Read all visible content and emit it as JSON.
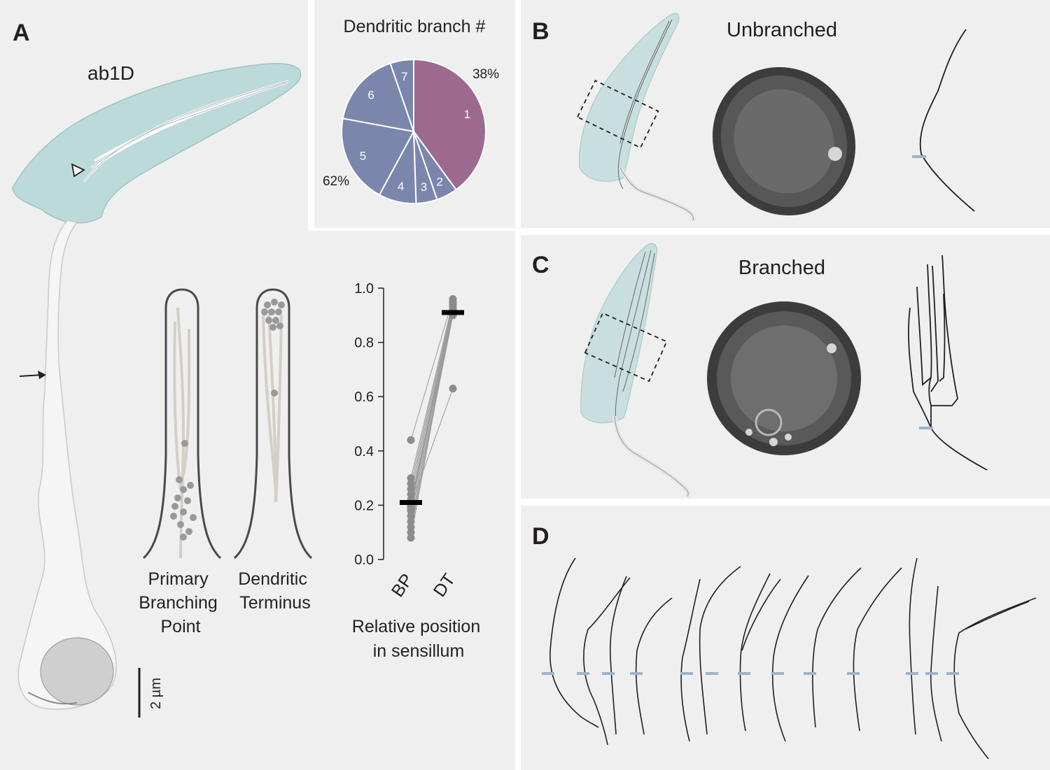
{
  "panels": {
    "a": {
      "letter": "A",
      "neuron_label": "ab1D",
      "scale_bar_label": "2 µm",
      "schematics": [
        {
          "label_lines": [
            "Primary",
            "Branching",
            "Point"
          ]
        },
        {
          "label_lines": [
            "Dendritic",
            "Terminus"
          ]
        }
      ]
    },
    "b": {
      "letter": "B",
      "title": "Unbranched"
    },
    "c": {
      "letter": "C",
      "title": "Branched"
    },
    "d": {
      "letter": "D"
    }
  },
  "chart_data": [
    {
      "type": "pie",
      "title": "Dendritic branch #",
      "slices": [
        {
          "label": "1",
          "value": 38,
          "color": "#9c6a8f"
        },
        {
          "label": "2",
          "value": 4.5,
          "color": "#7b86ad"
        },
        {
          "label": "3",
          "value": 4.5,
          "color": "#7b86ad"
        },
        {
          "label": "4",
          "value": 8,
          "color": "#7b86ad"
        },
        {
          "label": "5",
          "value": 19,
          "color": "#7b86ad"
        },
        {
          "label": "6",
          "value": 16,
          "color": "#7b86ad"
        },
        {
          "label": "7",
          "value": 5,
          "color": "#7b86ad"
        }
      ],
      "annotations": [
        "38%",
        "62%"
      ]
    },
    {
      "type": "scatter",
      "title": "",
      "xlabel": "Relative position in sensillum",
      "xlabel_lines": [
        "Relative position",
        "in sensillum"
      ],
      "ylabel": "",
      "categories": [
        "BP",
        "DT"
      ],
      "ylim": [
        0,
        1
      ],
      "yticks": [
        "0.0",
        "0.2",
        "0.4",
        "0.6",
        "0.8",
        "1.0"
      ],
      "pairs": [
        [
          0.44,
          0.96
        ],
        [
          0.3,
          0.95
        ],
        [
          0.28,
          0.94
        ],
        [
          0.26,
          0.93
        ],
        [
          0.24,
          0.92
        ],
        [
          0.22,
          0.91
        ],
        [
          0.21,
          0.9
        ],
        [
          0.2,
          0.63
        ],
        [
          0.19,
          0.95
        ],
        [
          0.18,
          0.93
        ],
        [
          0.16,
          0.92
        ],
        [
          0.14,
          0.91
        ],
        [
          0.12,
          0.9
        ],
        [
          0.1,
          0.94
        ],
        [
          0.08,
          0.93
        ]
      ],
      "means": {
        "BP": 0.21,
        "DT": 0.91
      }
    }
  ]
}
